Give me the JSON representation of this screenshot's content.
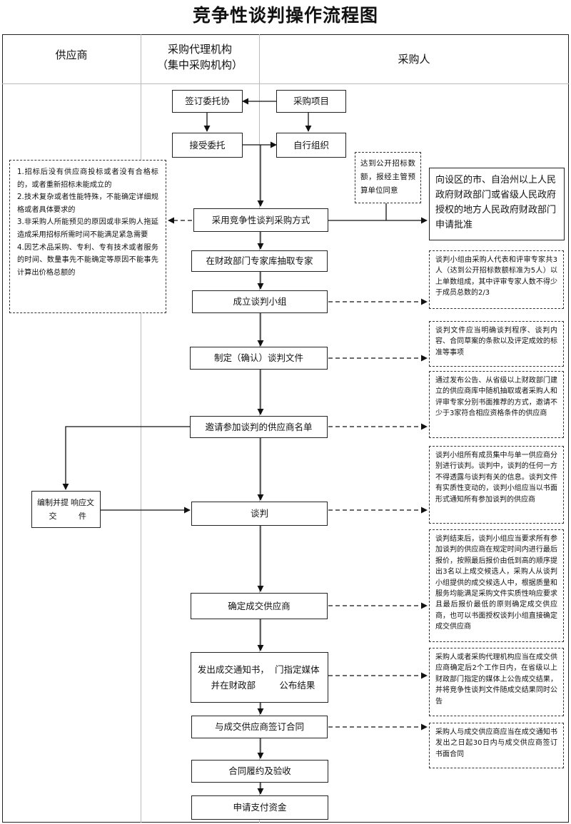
{
  "title": "竞争性谈判操作流程图",
  "columns": {
    "supplier": "供应商",
    "agency_line1": "采购代理机构",
    "agency_line2": "（集中采购机构）",
    "purchaser": "采购人"
  },
  "boxes": {
    "sign_entrust": "签订委托协",
    "purchase_project": "采购项目",
    "accept_entrust": "接受委托",
    "self_organize": "自行组织",
    "adopt_method": "采用竞争性谈判采购方式",
    "extract_experts": "在财政部门专家库抽取专家",
    "form_team": "成立谈判小组",
    "prepare_docs": "制定（确认）谈判文件",
    "invite_suppliers": "邀请参加谈判的供应商名单",
    "prepare_response_line1": "编制并提交",
    "prepare_response_line2": "响应文件",
    "negotiate": "谈判",
    "determine_supplier": "确定成交供应商",
    "notice_line1": "发出成交通知书，并在财政部",
    "notice_line2": "门指定媒体公布结果",
    "sign_contract": "与成交供应商签订合同",
    "perform_accept": "合同履约及验收",
    "apply_payment": "申请支付资金"
  },
  "notes": {
    "conditions": [
      "1.招标后没有供应商投标或者没有合格标的，或者重新招标未能成立的",
      "2.技术复杂或者性能特殊，不能确定详细规格或者具体要求的",
      "3.非采购人所能预见的原因或非采购人拖延造成采用招标所需时间不能满足紧急需要",
      "4.因艺术品采购、专利、专有技术或者服务的时间、数量事先不能确定等原因不能事先计算出价格总额的"
    ],
    "threshold": "达到公开招标数额，报经主管预算单位同意",
    "approval": "向设区的市、自治州以上人民政府财政部门或省级人民政府授权的地方人民政府财政部门申请批准",
    "team_composition": "谈判小组由采购人代表和评审专家共3人（达到公开招标数额标准为5人）以上单数组成，其中评审专家人数不得少于成员总数的2/3",
    "doc_content": "谈判文件应当明确谈判程序、谈判内容、合同草案的条款以及评定成效的标准等事项",
    "invite_method": "通过发布公告、从省级以上财政部门建立的供应商库中随机抽取或者采购人和评审专家分别书面推荐的方式，邀请不少于3家符合相应资格条件的供应商",
    "negotiate_rules": "谈判小组所有成员集中与单一供应商分别进行谈判。谈判中，谈判的任何一方不得透露与谈判有关的信息。谈判文件有实质性变动的，谈判小组应当以书面形式通知所有参加谈判的供应商",
    "final_quote": "谈判结束后，谈判小组应当要求所有参加谈判的供应商在规定时间内进行最后报价，按照最后报价由低到高的顺序提出3名以上成交候选人，采购人从谈判小组提供的成交候选人中，根据质量和服务均能满足采购文件实质性响应要求且最后报价最低的原则确定成交供应商，也可以书面授权谈判小组直接确定成交供应商",
    "announce": "采购人或者采购代理机构应当在成交供应商确定后2个工作日内，在省级以上财政部门指定的媒体上公告成交结果，并将竞争性谈判文件随成交结果同时公告",
    "contract_deadline": "采购人与成交供应商应当在成交通知书发出之日起30日内与成交供应商签订书面合同"
  }
}
